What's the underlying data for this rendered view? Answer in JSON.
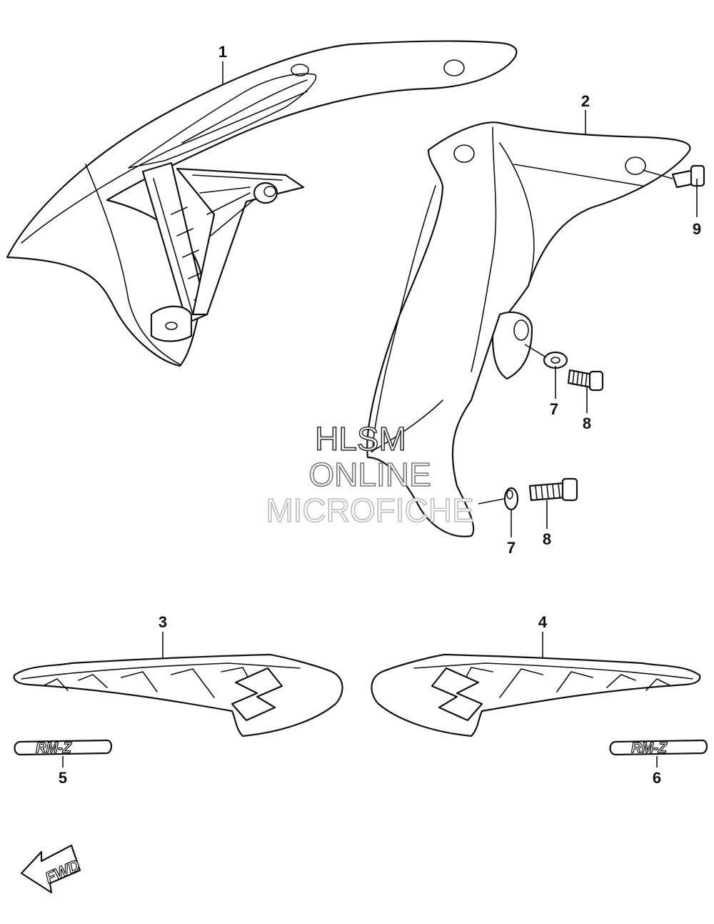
{
  "callouts": [
    {
      "id": "c1",
      "label": "1"
    },
    {
      "id": "c2",
      "label": "2"
    },
    {
      "id": "c3",
      "label": "3"
    },
    {
      "id": "c4",
      "label": "4"
    },
    {
      "id": "c5",
      "label": "5"
    },
    {
      "id": "c6",
      "label": "6"
    },
    {
      "id": "c7a",
      "label": "7"
    },
    {
      "id": "c7b",
      "label": "7"
    },
    {
      "id": "c8a",
      "label": "8"
    },
    {
      "id": "c8b",
      "label": "8"
    },
    {
      "id": "c9",
      "label": "9"
    }
  ],
  "watermark": {
    "line1": "HLSM",
    "line2": "ONLINE",
    "line3": "MICROFICHE",
    "colors": [
      "#333333",
      "#777777",
      "#bbbbbb"
    ]
  },
  "emblem": {
    "left": "RM-Z",
    "right": "RM-Z"
  },
  "direction": {
    "label": "FWD"
  }
}
